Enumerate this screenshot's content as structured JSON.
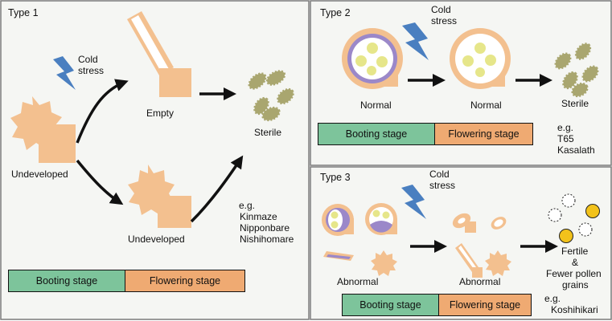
{
  "panels": {
    "type1": {
      "title": "Type 1",
      "stress": "Cold stress",
      "labels": {
        "undeveloped_left": "Undeveloped",
        "empty": "Empty",
        "undeveloped_bottom": "Undeveloped",
        "sterile": "Sterile"
      },
      "examples": [
        "e.g.",
        "Kinmaze",
        "Nipponbare",
        "Nishihomare"
      ],
      "stage_bar": {
        "booting": "Booting stage",
        "flowering": "Flowering stage"
      }
    },
    "type2": {
      "title": "Type 2",
      "stress": "Cold stress",
      "labels": {
        "normal_1": "Normal",
        "normal_2": "Normal",
        "sterile": "Sterile"
      },
      "examples": [
        "e.g.",
        "T65",
        "Kasalath"
      ],
      "stage_bar": {
        "booting": "Booting stage",
        "flowering": "Flowering stage"
      }
    },
    "type3": {
      "title": "Type 3",
      "stress": "Cold stress",
      "labels": {
        "abnormal_1": "Abnormal",
        "abnormal_2": "Abnormal",
        "fertile": "Fertile",
        "amp": "&",
        "fewer": "Fewer pollen",
        "grains": "grains"
      },
      "examples": [
        "e.g.",
        "Koshihikari"
      ],
      "stage_bar": {
        "booting": "Booting stage",
        "flowering": "Flowering stage"
      }
    }
  },
  "colors": {
    "anther": "#f3c08f",
    "anther_dark": "#eaa96c",
    "pollen_dead": "#a9a66f",
    "pollen_yellow": "#e6e68a",
    "pollen_gold": "#f2c21b",
    "tapetum": "#9b88c9",
    "lightning": "#4a7fc0",
    "panel_bg": "#f5f6f3",
    "booting": "#7dc49b",
    "flowering": "#efaa72"
  }
}
